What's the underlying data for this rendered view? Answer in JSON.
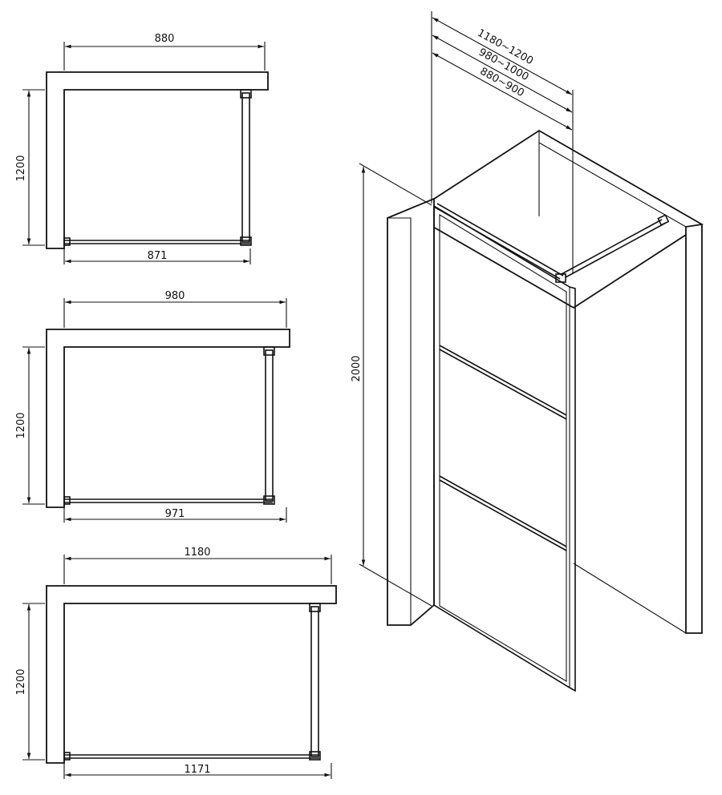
{
  "plans": [
    {
      "width_label": "880",
      "depth_label": "1200",
      "glass_label": "871"
    },
    {
      "width_label": "980",
      "depth_label": "1200",
      "glass_label": "971"
    },
    {
      "width_label": "1180",
      "depth_label": "1200",
      "glass_label": "1171"
    }
  ],
  "iso": {
    "range_labels": [
      "1180~1200",
      "980~1000",
      "880~900"
    ],
    "height_label": "2000"
  }
}
